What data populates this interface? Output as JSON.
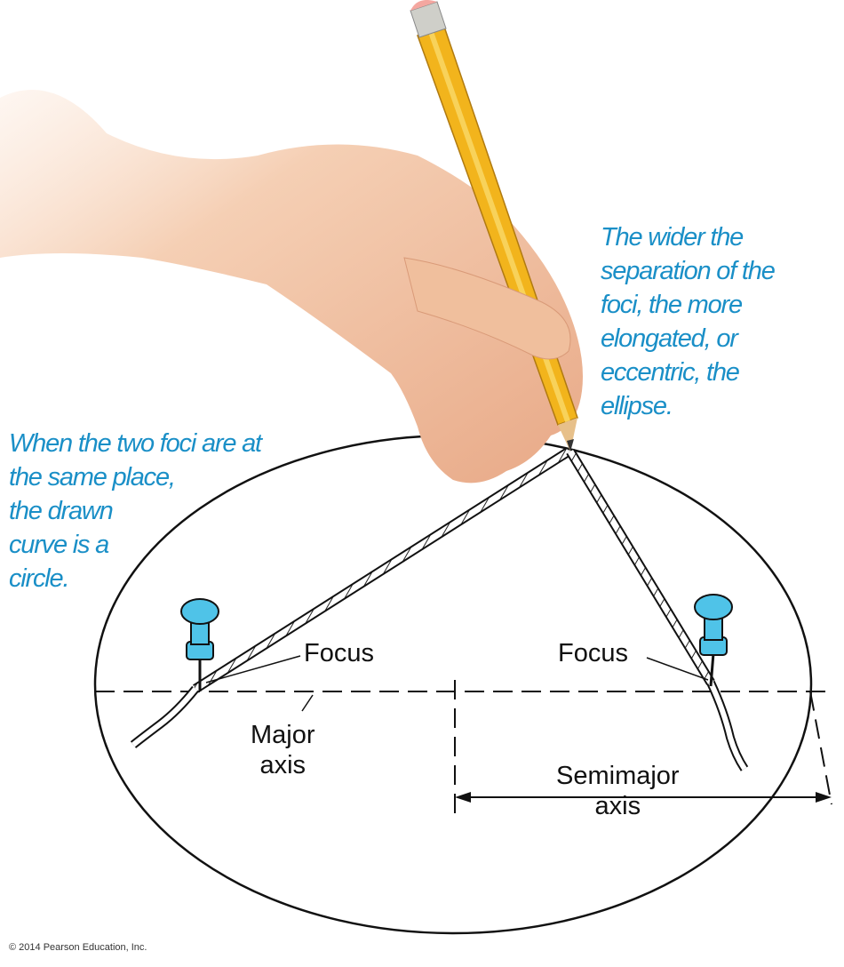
{
  "notes": {
    "right": [
      "The wider the",
      "separation of the",
      "foci, the more",
      "elongated, or",
      "eccentric, the",
      "ellipse."
    ],
    "left": [
      "When the two foci are at",
      "the same place,",
      "the drawn",
      "curve is a",
      "circle."
    ]
  },
  "labels": {
    "focus_left": "Focus",
    "focus_right": "Focus",
    "major_axis": [
      "Major",
      "axis"
    ],
    "semimajor_axis": [
      "Semimajor",
      "axis"
    ]
  },
  "copyright": "© 2014 Pearson Education, Inc.",
  "colors": {
    "note": "#1a8fc7",
    "pin": "#4fc3e8",
    "pencil": "#f2b41c",
    "skin": "#f2c1a0"
  }
}
